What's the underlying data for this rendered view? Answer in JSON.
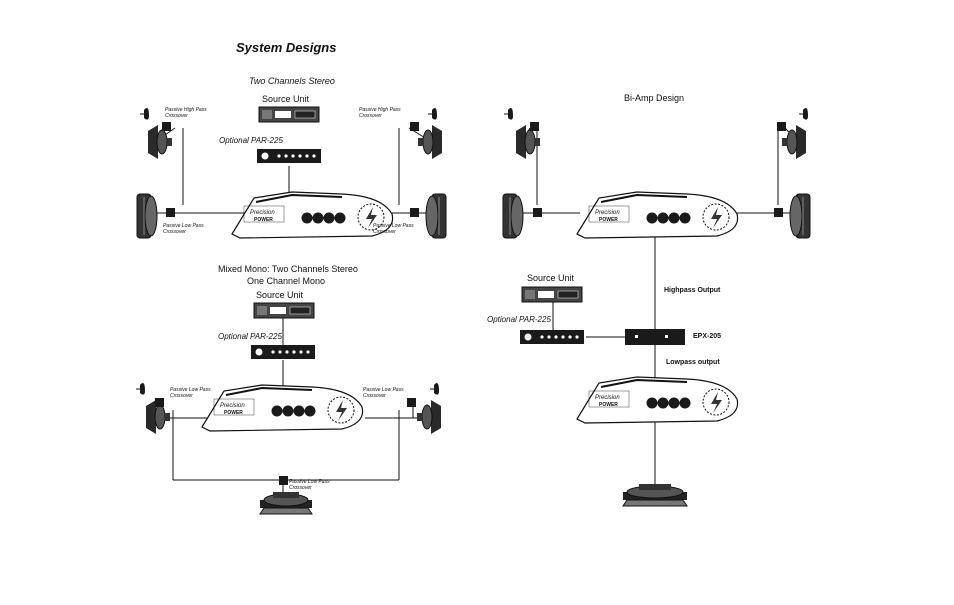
{
  "page": {
    "title": "System Designs"
  },
  "stereo": {
    "title": "Two Channels Stereo",
    "source_unit": "Source Unit",
    "optional": "Optional PAR-225",
    "hp_left": "Passive High Pass Crossover",
    "hp_right": "Passive High Pass Crossover",
    "lp_left": "Passive Low Pass Crossover",
    "lp_right": "Passive Low Pass Crossover"
  },
  "mixed": {
    "title_line1": "Mixed Mono:  Two Channels Stereo",
    "title_line2": "One Channel Mono",
    "source_unit": "Source Unit",
    "optional": "Optional PAR-225",
    "lp_left": "Passive Low Pass Crossover",
    "lp_right": "Passive Low Pass Crossover",
    "lp_bottom": "Passive Low Pass Crossover"
  },
  "biamp": {
    "title": "Bi-Amp Design",
    "source_unit": "Source Unit",
    "optional": "Optional PAR-225",
    "highpass": "Highpass Output",
    "lowpass": "Lowpass output",
    "epx": "EPX-205"
  },
  "amp": {
    "brand_line1": "Precision",
    "brand_line2": "POWER"
  },
  "colors": {
    "ink": "#111111",
    "device": "#1a1a1a",
    "paper": "#ffffff"
  }
}
